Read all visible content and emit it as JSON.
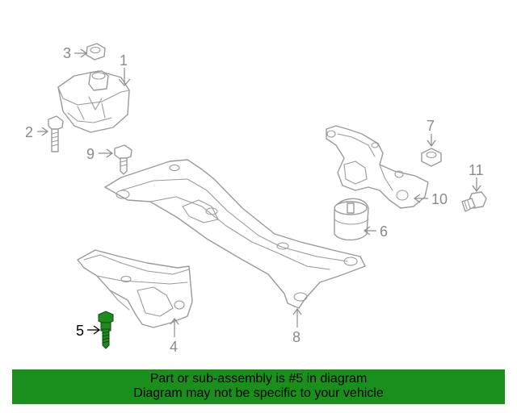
{
  "diagram": {
    "callouts": {
      "c1": "1",
      "c2": "2",
      "c3": "3",
      "c4": "4",
      "c5": "5",
      "c6": "6",
      "c7": "7",
      "c8": "8",
      "c9": "9",
      "c10": "10",
      "c11": "11"
    },
    "highlighted_part": "5",
    "highlight_color": "#1b8f1b"
  },
  "banner": {
    "line1": "Part or sub-assembly is #5 in diagram",
    "line2": "Diagram may not be specific to your vehicle"
  }
}
